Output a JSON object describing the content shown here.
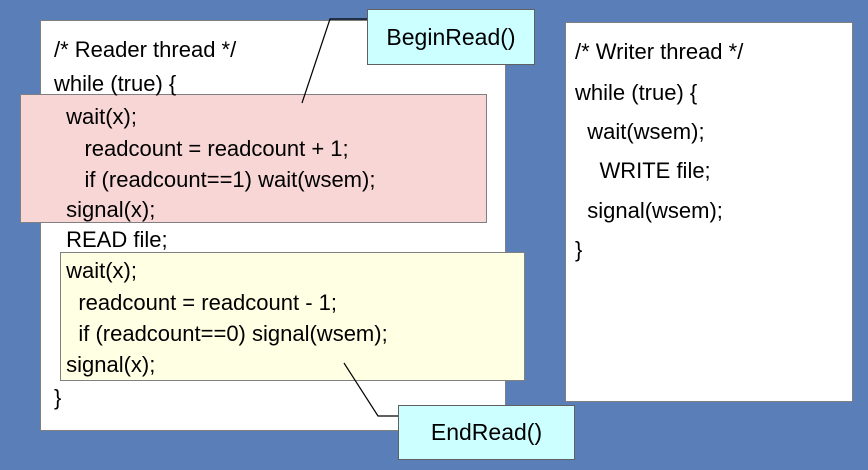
{
  "colors": {
    "background": "#5a7fb8",
    "panel": "#ffffff",
    "begin_read_highlight": "#f8d6d6",
    "end_read_highlight": "#ffffe4",
    "callout": "#ccffff"
  },
  "reader": {
    "lines": [
      "/* Reader thread */",
      "while (true) {",
      " wait(x);",
      "    readcount = readcount + 1;",
      "    if (readcount==1) wait(wsem);",
      " signal(x);",
      " READ file;",
      " wait(x);",
      "   readcount = readcount - 1;",
      "   if (readcount==0) signal(wsem);",
      " signal(x);",
      "}"
    ]
  },
  "writer": {
    "lines": [
      "/* Writer thread */",
      "while (true) {",
      "  wait(wsem);",
      "    WRITE file;",
      "  signal(wsem);",
      "}"
    ]
  },
  "callouts": {
    "begin_read": "BeginRead()",
    "end_read": "EndRead()"
  }
}
